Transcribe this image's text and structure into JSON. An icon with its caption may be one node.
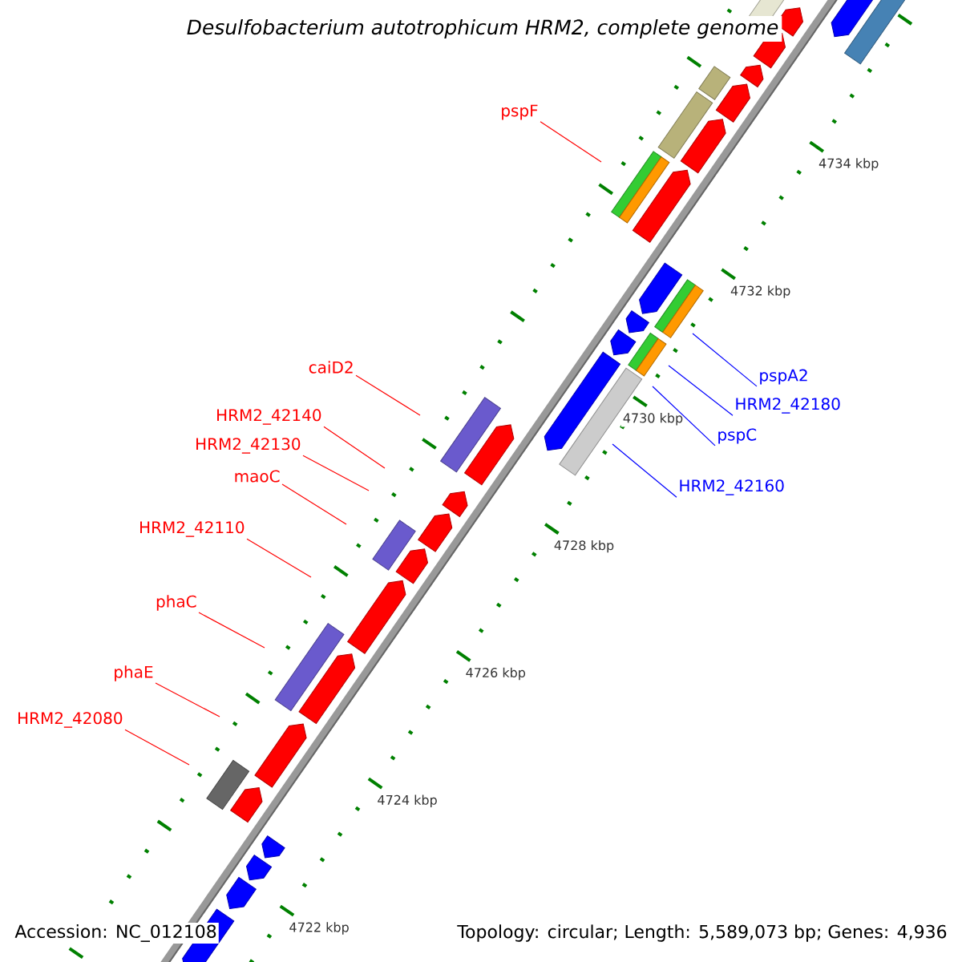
{
  "diagram": {
    "title": "Desulfobacterium autotrophicum HRM2, complete genome",
    "nodes": [
      {
        "text": [
          "pspF"
        ]
      },
      {
        "text": [
          "caiD2"
        ]
      },
      {
        "text": [
          "pspA2"
        ]
      },
      {
        "text": [
          "HRM2_42180"
        ]
      },
      {
        "text": [
          "HRM2_42140"
        ]
      },
      {
        "text": [
          "pspC"
        ]
      },
      {
        "text": [
          "HRM2_42130"
        ]
      },
      {
        "text": [
          "maoC"
        ]
      },
      {
        "text": [
          "HRM2_42160"
        ]
      },
      {
        "text": [
          "HRM2_42110"
        ]
      },
      {
        "text": [
          "phaC"
        ]
      },
      {
        "text": [
          "phaE"
        ]
      },
      {
        "text": [
          "HRM2_42080"
        ]
      }
    ],
    "edges": [
      {
        "from": 0,
        "to": null,
        "arrow": "none"
      },
      {
        "from": 1,
        "to": null,
        "arrow": "none"
      },
      {
        "from": 2,
        "to": null,
        "arrow": "none",
        "color": "#0000ff"
      },
      {
        "from": 3,
        "to": null,
        "arrow": "none",
        "color": "#0000ff"
      },
      {
        "from": 4,
        "to": null,
        "arrow": "none"
      },
      {
        "from": 5,
        "to": null,
        "arrow": "none",
        "color": "#0000ff"
      },
      {
        "from": 6,
        "to": null,
        "arrow": "none"
      },
      {
        "from": 7,
        "to": null,
        "arrow": "none"
      },
      {
        "from": 8,
        "to": null,
        "arrow": "none",
        "color": "#0000ff"
      },
      {
        "from": 9,
        "to": null,
        "arrow": "none"
      },
      {
        "from": 10,
        "to": null,
        "arrow": "none"
      },
      {
        "from": 11,
        "to": null,
        "arrow": "none"
      },
      {
        "from": 12,
        "to": null,
        "arrow": "none"
      }
    ],
    "labels": [
      "4734 kbp",
      "4732 kbp",
      "4730 kbp",
      "4728 kbp",
      "4726 kbp",
      "4724 kbp",
      "4722 kbp",
      "Accession: NC_012108",
      "Topology: circular; Length: 5,589,073 bp; Genes: 4,936"
    ]
  }
}
